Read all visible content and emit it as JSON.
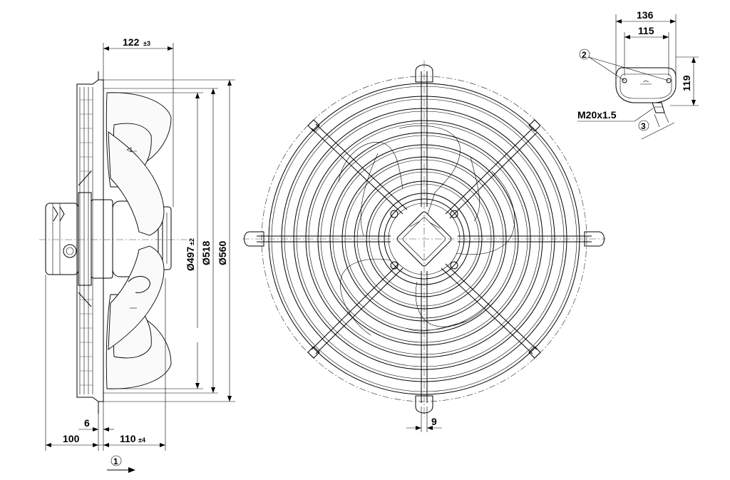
{
  "side_view": {
    "depth_label": "122",
    "depth_tol": "±3",
    "diam_inner_label": "Ø497",
    "diam_inner_tol": "±2",
    "diam_mid_label": "Ø518",
    "diam_outer_label": "Ø560",
    "flange_label": "6",
    "motor_label": "100",
    "offset_label": "110",
    "offset_tol": "±4",
    "callout_airflow": "1"
  },
  "front_view": {
    "foot_label": "9"
  },
  "terminal_box": {
    "width_outer_label": "136",
    "width_inner_label": "115",
    "height_label": "119",
    "thread_label": "M20x1.5",
    "callout_screws": "2",
    "callout_gland": "3"
  }
}
